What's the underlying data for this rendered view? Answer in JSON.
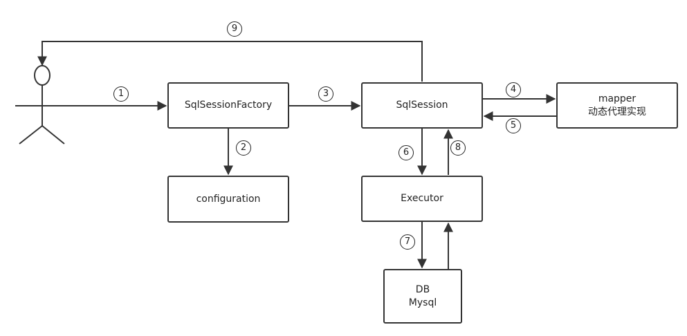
{
  "nodes": {
    "factory": "SqlSessionFactory",
    "configuration": "configuration",
    "session": "SqlSession",
    "mapper_line1": "mapper",
    "mapper_line2": "动态代理实现",
    "executor": "Executor",
    "db_line1": "DB",
    "db_line2": "Mysql"
  },
  "steps": {
    "s1": "1",
    "s2": "2",
    "s3": "3",
    "s4": "4",
    "s5": "5",
    "s6": "6",
    "s7": "7",
    "s8": "8",
    "s9": "9"
  },
  "colors": {
    "line": "#333333",
    "box_border": "#333333",
    "text": "#222222"
  }
}
